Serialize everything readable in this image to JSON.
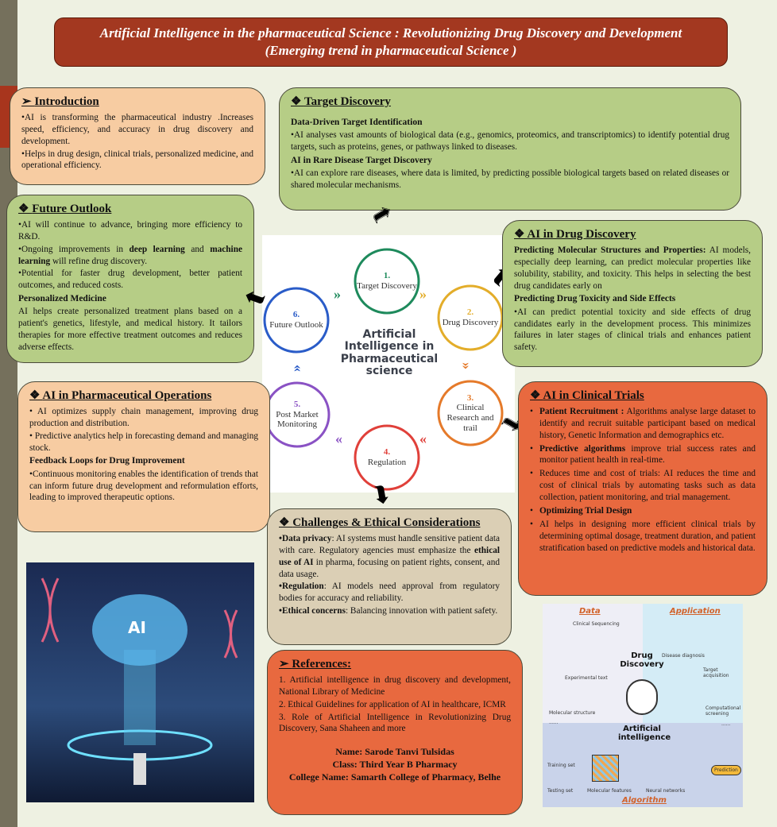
{
  "title": {
    "line1": "Artificial Intelligence in the pharmaceutical Science : Revolutionizing Drug Discovery and Development",
    "line2": "(Emerging trend in pharmaceutical Science )"
  },
  "intro": {
    "heading": "Introduction",
    "p1": "•AI is transforming the pharmaceutical industry .Increases speed, efficiency, and accuracy in drug discovery and development.",
    "p2": "•Helps in drug design, clinical trials, personalized medicine, and operational efficiency."
  },
  "target": {
    "heading": "Target Discovery",
    "sub1": "Data-Driven Target Identification",
    "p1": "•AI analyses vast amounts of biological data (e.g., genomics, proteomics, and transcriptomics) to identify potential drug targets, such as proteins, genes, or pathways linked to diseases.",
    "sub2": "AI in Rare Disease Target Discovery",
    "p2": "•AI can explore rare diseases, where data is limited, by predicting possible biological targets based on related diseases or shared molecular mechanisms."
  },
  "future": {
    "heading": "Future Outlook",
    "p1": "•AI will continue to advance, bringing more efficiency to R&D.",
    "p2a": "•Ongoing improvements in ",
    "p2b": "deep learning",
    "p2c": " and ",
    "p2d": "machine learning",
    "p2e": " will refine drug discovery.",
    "p3": "•Potential for faster drug development, better patient outcomes, and reduced costs.",
    "sub": "Personalized Medicine",
    "p4": "AI helps create personalized treatment plans based on a patient's genetics, lifestyle, and medical history. It tailors therapies for more effective treatment outcomes and reduces adverse effects."
  },
  "drug": {
    "heading": "AI in Drug Discovery",
    "sub1": "Predicting Molecular Structures and Properties:",
    "p1": " AI models, especially deep learning, can predict molecular properties like solubility, stability, and toxicity. This helps in selecting the best drug candidates early on",
    "sub2": "Predicting Drug Toxicity and Side Effects",
    "p2": "•AI can predict potential toxicity and side effects of drug candidates early in the development process. This minimizes failures in later stages of clinical trials and enhances patient safety."
  },
  "diagram": {
    "center": "Artificial Intelligence in Pharmaceutical science",
    "steps": [
      {
        "num": "1.",
        "label": "Target Discovery",
        "color": "#1e8a5c"
      },
      {
        "num": "2.",
        "label": "Drug Discovery",
        "color": "#e3ad2a"
      },
      {
        "num": "3.",
        "label": "Clinical Research and trail",
        "color": "#e57a2a"
      },
      {
        "num": "4.",
        "label": "Regulation",
        "color": "#e0403a"
      },
      {
        "num": "5.",
        "label": "Post Market Monitoring",
        "color": "#8a52c4"
      },
      {
        "num": "6.",
        "label": "Future Outlook",
        "color": "#2a5cc8"
      }
    ]
  },
  "ops": {
    "heading": "AI in Pharmaceutical Operations",
    "p1": "• AI optimizes supply chain management, improving drug production and distribution.",
    "p2": "• Predictive analytics help in forecasting demand and managing stock.",
    "sub": "Feedback Loops for Drug Improvement",
    "p3": "•Continuous monitoring enables the identification of trends that can inform future drug development and reformulation efforts, leading to improved therapeutic options."
  },
  "clinical": {
    "heading": "AI in Clinical Trials",
    "items": [
      {
        "b": "Patient Recruitment :",
        "t": " Algorithms analyse large dataset to identify and recruit suitable participant based on medical history, Genetic Information and demographics etc."
      },
      {
        "b": "Predictive algorithms",
        "t": " improve trial success rates and monitor patient health in real-time."
      },
      {
        "b": "",
        "t": "Reduces time and cost of trials: AI reduces the time and cost of clinical trials by automating tasks such as data collection, patient monitoring, and trial management."
      },
      {
        "b": "Optimizing Trial Design",
        "t": ""
      },
      {
        "b": "",
        "t": "AI helps in designing more efficient clinical trials by determining optimal dosage, treatment duration, and patient stratification based on predictive models and historical data."
      }
    ]
  },
  "challenges": {
    "heading": "Challenges & Ethical Considerations",
    "p1b": "•Data privacy",
    "p1a": ": AI systems must handle sensitive patient data with care. Regulatory agencies must emphasize the ",
    "p1c": "ethical use of AI",
    "p1d": " in pharma, focusing on patient rights, consent, and data usage.",
    "p2b": "•Regulation",
    "p2a": ": AI models need approval from regulatory bodies for accuracy and reliability.",
    "p3b": "•Ethical concerns",
    "p3a": ": Balancing innovation with patient safety."
  },
  "refs": {
    "heading": "References:",
    "items": [
      "1. Artificial intelligence in drug discovery and development, National Library of Medicine",
      "2. Ethical Guidelines for application of AI in healthcare, ICMR",
      "3. Role of Artificial Intelligence in Revolutionizing Drug Discovery, Sana Shaheen and more"
    ],
    "name": "Name: Sarode Tanvi Tulsidas",
    "class": "Class: Third Year B Pharmacy",
    "college": "College Name: Samarth College of Pharmacy, Belhe"
  },
  "ai_image": {
    "label": "AI"
  },
  "figure": {
    "data": "Data",
    "application": "Application",
    "algorithm": "Algorithm",
    "center_top": "Drug Discovery",
    "center_bottom": "Artificial intelligence",
    "data_items": [
      "Clinical Sequencing",
      "Experimental text",
      "Molecular structure",
      "......"
    ],
    "app_items": [
      "Disease diagnosis",
      "Target acquisition",
      "Computational screening",
      "......"
    ],
    "algo_items": [
      "Training set",
      "Testing set",
      "Molecular features",
      "Neural networks",
      "Prediction"
    ]
  }
}
